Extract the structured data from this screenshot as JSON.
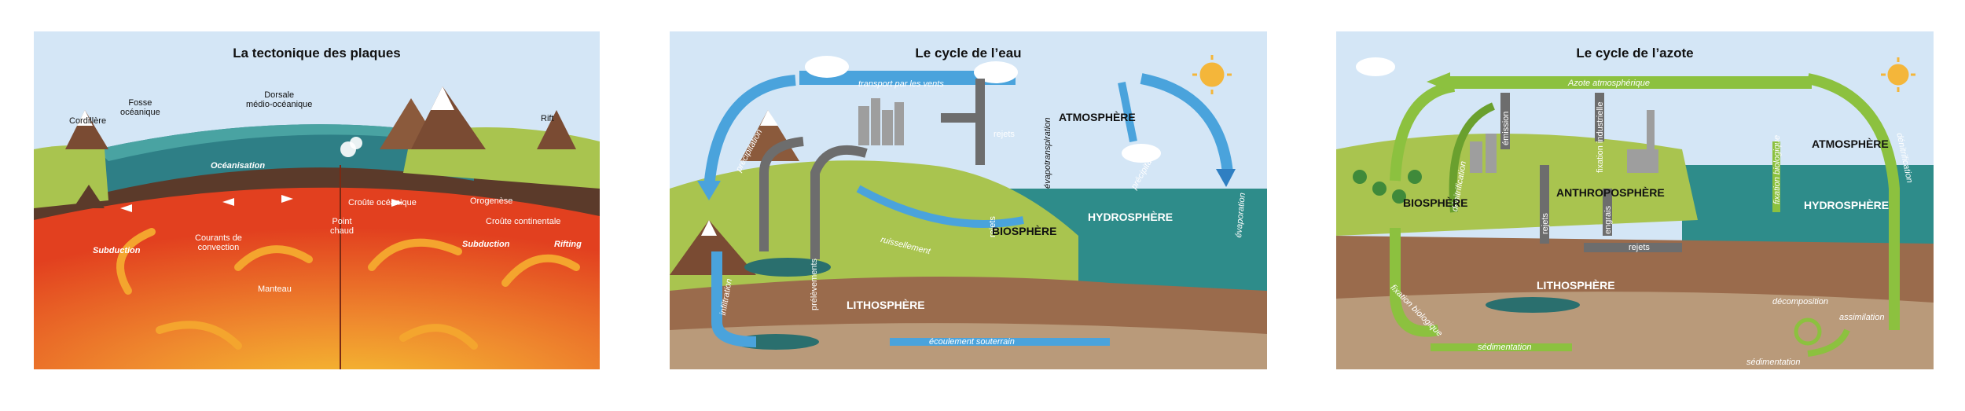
{
  "panel1": {
    "title": "La tectonique des plaques",
    "labels": {
      "cordillere": "Cordillère",
      "fosse": "Fosse\nocéanique",
      "dorsale": "Dorsale\nmédio-océanique",
      "rift": "Rift",
      "oceanisation": "Océanisation",
      "croute_oceanique": "Croûte océanique",
      "orogenese": "Orogenèse",
      "croute_continentale": "Croûte continentale",
      "point_chaud": "Point\nchaud",
      "courants": "Courants de\nconvection",
      "subduction_left": "Subduction",
      "subduction_right": "Subduction",
      "rifting": "Rifting",
      "manteau": "Manteau"
    }
  },
  "panel2": {
    "title": "Le cycle de l’eau",
    "labels": {
      "transport": "transport par les vents",
      "precipitation_left": "précipitation",
      "precipitation_right": "précipitation",
      "rejets_top": "rejets",
      "rejets_mid": "rejets",
      "evapotranspiration": "évapotranspiration",
      "evaporation": "évaporation",
      "atmosphere": "ATMOSPHÈRE",
      "hydrosphere": "HYDROSPHÈRE",
      "biosphere": "BIOSPHÈRE",
      "ruissellement": "ruissellement",
      "infiltration": "infiltration",
      "prelevements": "prélèvements",
      "lithosphere": "LITHOSPHÈRE",
      "ecoulement": "écoulement souterrain"
    }
  },
  "panel3": {
    "title": "Le cycle de l’azote",
    "labels": {
      "azote_atm": "Azote atmosphérique",
      "emission": "émission",
      "fixation_industrielle": "fixation industrielle",
      "fixation_bio_top": "fixation biologique",
      "denitrification_left": "dénitrification",
      "denitrification_right": "dénitrification",
      "atmosphere": "ATMOSPHÈRE",
      "hydrosphere": "HYDROSPHÈRE",
      "biosphere": "BIOSPHÈRE",
      "anthroposphere": "ANTHROPOSPHÈRE",
      "rejets_v": "rejets",
      "engrais": "engrais",
      "rejets_h": "rejets",
      "lithosphere": "LITHOSPHÈRE",
      "fixation_bio_bottom": "fixation biologique",
      "decomposition": "décomposition",
      "assimilation": "assimilation",
      "sedimentation_1": "sédimentation",
      "sedimentation_2": "sédimentation"
    }
  },
  "colors": {
    "sky": "#d4e6f6",
    "ocean": "#2e8c8a",
    "grass": "#a9c44f",
    "mantle": "#e8532a",
    "arrow_blue": "#4aa3dc",
    "arrow_green": "#8cc13f",
    "grey": "#6d6d6d"
  }
}
